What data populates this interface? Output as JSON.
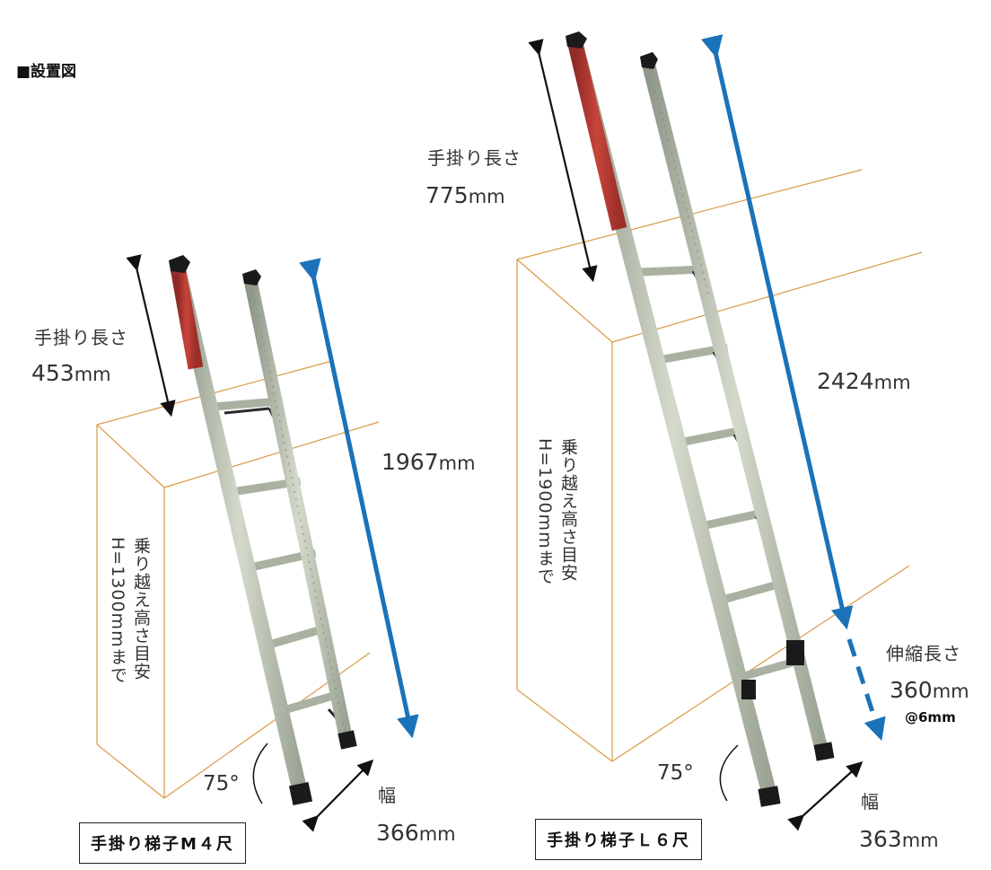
{
  "title": "■設置図",
  "ladder_m": {
    "name": "手掛り梯子M４尺",
    "grip_label": "手掛り長さ",
    "grip_length": "453",
    "length": "1967",
    "width_label": "幅",
    "width": "366",
    "angle": "75°",
    "climb_label_1": "乗り越え高さ目安",
    "climb_label_2": "H=1300mmまで"
  },
  "ladder_l": {
    "name": "手掛り梯子Ｌ６尺",
    "grip_label": "手掛り長さ",
    "grip_length": "775",
    "length": "2424",
    "width_label": "幅",
    "width": "363",
    "angle": "75°",
    "climb_label_1": "乗り越え高さ目安",
    "climb_label_2": "H=1900mmまで",
    "extend_label": "伸縮長さ",
    "extend_length": "360",
    "extend_pitch": "@6mm"
  },
  "unit": "mm",
  "colors": {
    "wall_outline": "#d99a45",
    "dimension_arrow_blue": "#1b72b8",
    "grip_red": "#b5352e",
    "ladder_rail": "#b9c1b0"
  }
}
